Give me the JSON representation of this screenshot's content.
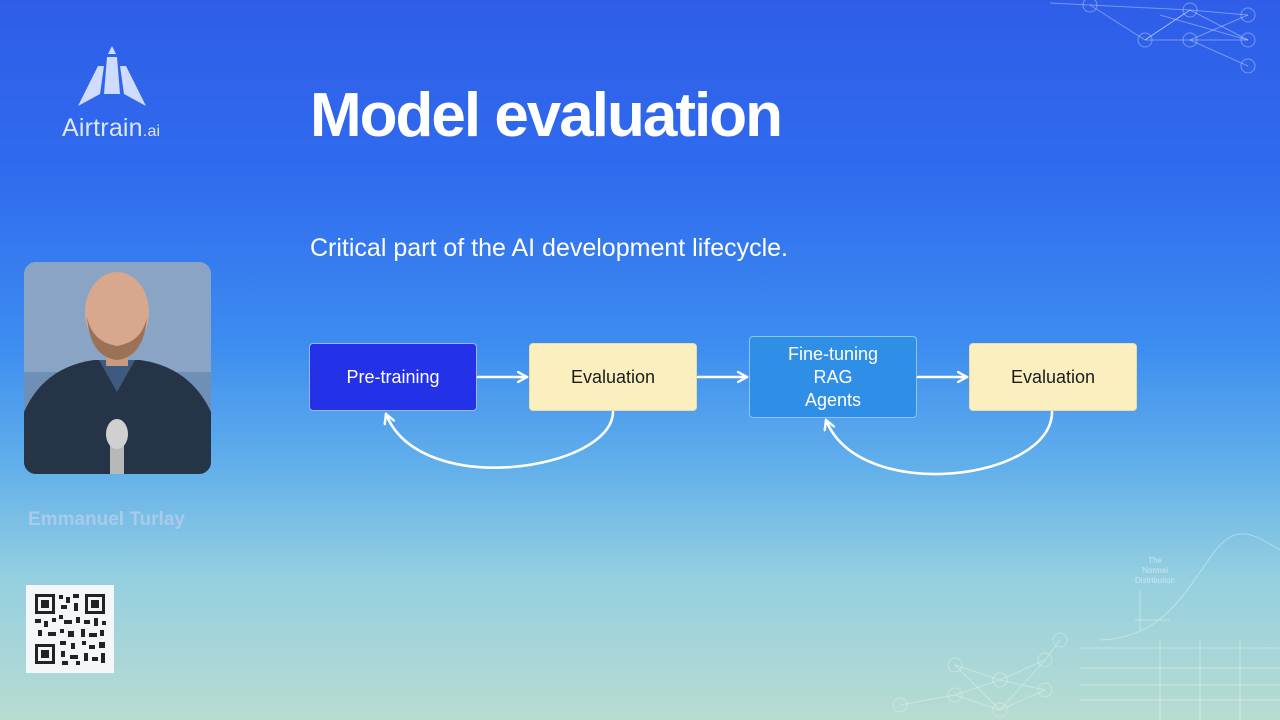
{
  "logo": {
    "name": "Airtrain",
    "suffix": ".ai",
    "icon": "airtrain-logo-icon"
  },
  "slide": {
    "title": "Model evaluation",
    "subtitle": "Critical part of the AI development lifecycle."
  },
  "diagram": {
    "boxes": [
      {
        "label": "Pre-training",
        "style": "blue"
      },
      {
        "label": "Evaluation",
        "style": "yellow"
      },
      {
        "label": "Fine-tuning\nRAG\nAgents",
        "style": "light-blue"
      },
      {
        "label": "Evaluation",
        "style": "yellow"
      }
    ],
    "loops": [
      "Evaluation → Pre-training",
      "Evaluation → Fine-tuning"
    ]
  },
  "presenter": {
    "name": "Emmanuel Turlay"
  },
  "decoration": {
    "normal_distribution_label": "The\nNormal\nDistribution"
  },
  "colors": {
    "box_blue": "#2332e6",
    "box_yellow": "#fbefc0",
    "box_light_blue": "#2f8fe6",
    "arrow": "#ffffff"
  }
}
